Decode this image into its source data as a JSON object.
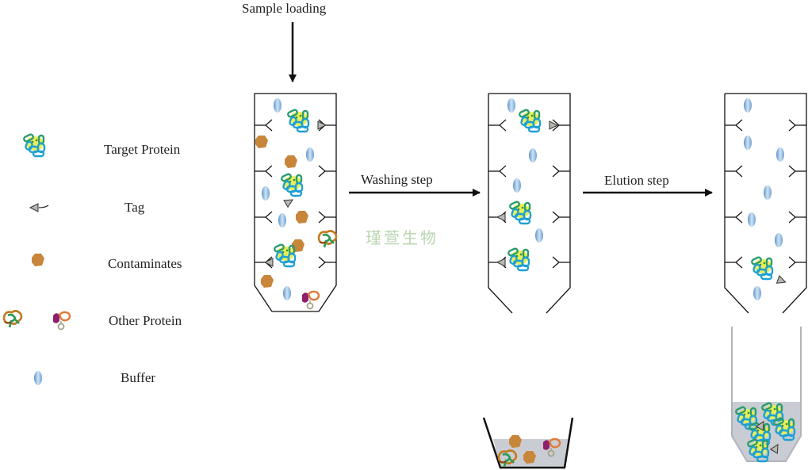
{
  "title": "Affinity purification workflow",
  "steps": {
    "sample_loading": "Sample loading",
    "washing": "Washing step",
    "elution": "Elution step"
  },
  "legend": [
    {
      "icon": "target-protein-icon",
      "label": "Target Protein"
    },
    {
      "icon": "tag-icon",
      "label": "Tag"
    },
    {
      "icon": "contaminate-icon",
      "label": "Contaminates"
    },
    {
      "icon": "other-protein-icon",
      "label": "Other Protein"
    },
    {
      "icon": "buffer-icon",
      "label": "Buffer"
    }
  ],
  "watermark": "瑾萱生物",
  "colors": {
    "target_green": "#2a9d6a",
    "target_blue": "#1f9fd4",
    "target_yellow": "#e6ef5a",
    "contaminate": "#c8863a",
    "buffer": "#7fb3e0",
    "tag": "#b8b8b0",
    "liquid": "#c9cdd3"
  }
}
